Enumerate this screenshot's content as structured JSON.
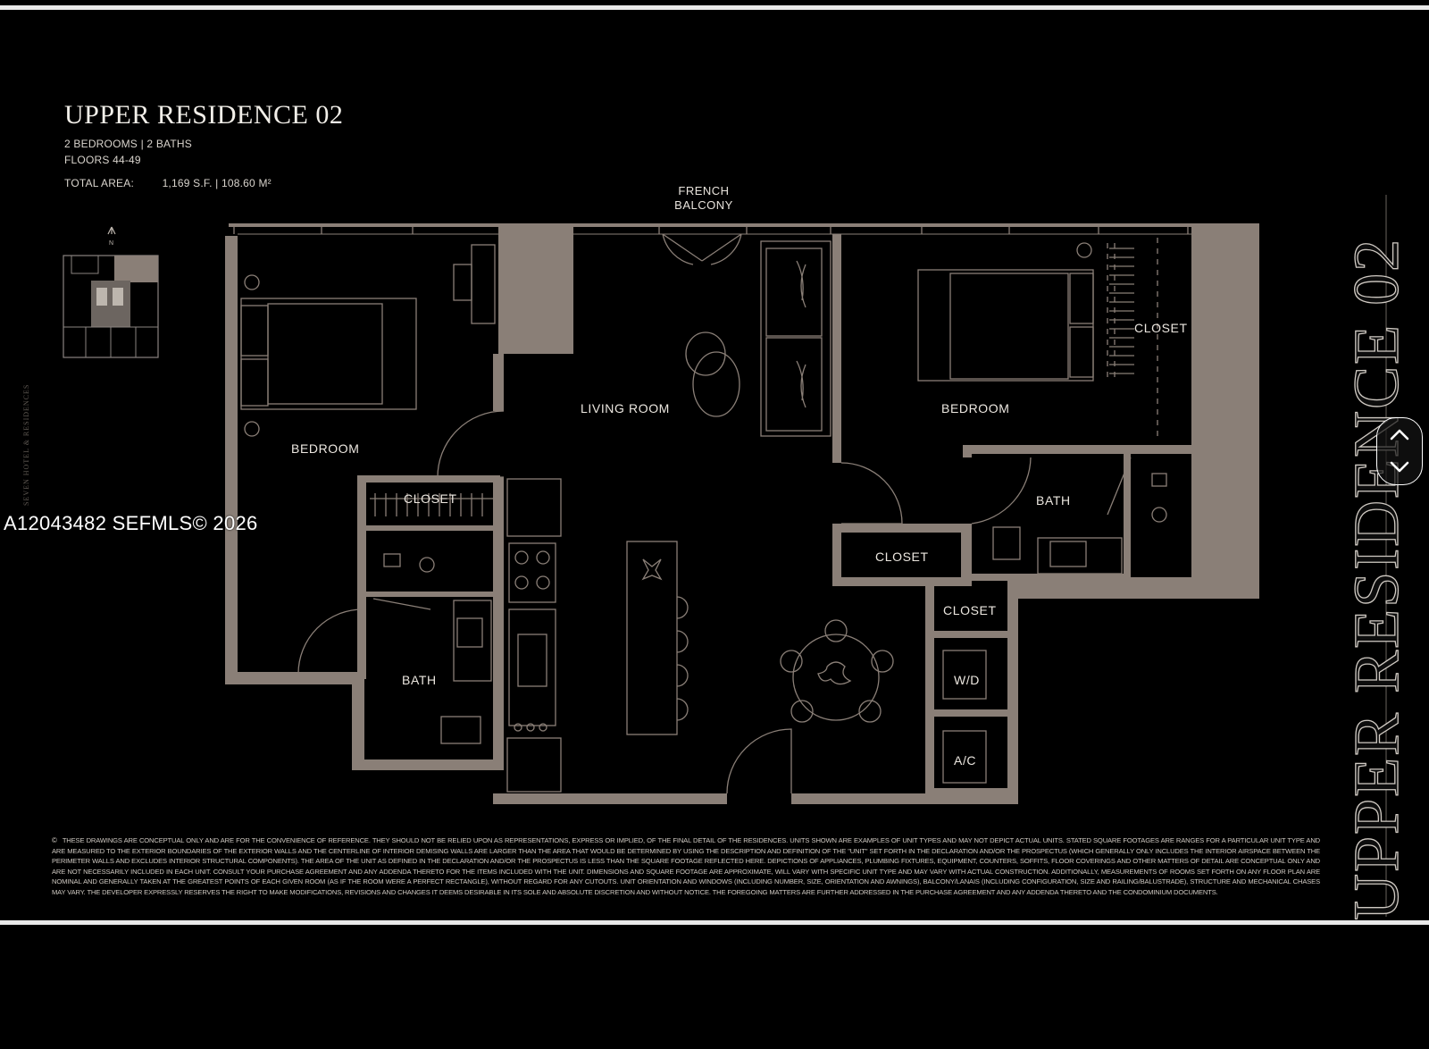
{
  "header": {
    "title": "UPPER RESIDENCE 02",
    "rooms": "2 BEDROOMS",
    "baths": "2 BATHS",
    "floors": "FLOORS 44-49",
    "total_area_label": "TOTAL AREA:",
    "area_sf": "1,169 S.F.",
    "area_m": "108.60 M²"
  },
  "key_plan": {
    "north_label": "N"
  },
  "side_credit": "SEVEN HOTEL & RESIDENCES",
  "watermark": "A12043482  SEFMLS© 2026",
  "vertical_title": "UPPER RESIDENCE 02",
  "labels": {
    "french_balcony_1": "FRENCH",
    "french_balcony_2": "BALCONY",
    "bedroom_left": "BEDROOM",
    "bedroom_right": "BEDROOM",
    "living_room": "LIVING ROOM",
    "closet_left": "CLOSET",
    "closet_right_top": "CLOSET",
    "closet_mid": "CLOSET",
    "closet_lower": "CLOSET",
    "bath_left": "BATH",
    "bath_right": "BATH",
    "wd": "W/D",
    "ac": "A/C"
  },
  "disclaimer": {
    "mark": "©",
    "text": "THESE DRAWINGS ARE CONCEPTUAL ONLY AND ARE FOR THE CONVENIENCE OF REFERENCE. THEY SHOULD NOT BE RELIED UPON AS REPRESENTATIONS, EXPRESS OR IMPLIED, OF THE FINAL DETAIL OF THE RESIDENCES. UNITS SHOWN ARE EXAMPLES OF UNIT TYPES AND MAY NOT DEPICT ACTUAL UNITS. STATED SQUARE FOOTAGES ARE RANGES FOR A PARTICULAR UNIT TYPE AND ARE MEASURED TO THE EXTERIOR BOUNDARIES OF THE EXTERIOR WALLS AND THE CENTERLINE OF INTERIOR DEMISING WALLS ARE LARGER THAN THE AREA THAT WOULD BE DETERMINED BY USING THE DESCRIPTION AND DEFINITION OF THE \"UNIT\" SET FORTH IN THE DECLARATION AND/OR THE PROSPECTUS (WHICH GENERALLY ONLY INCLUDES THE INTERIOR AIRSPACE BETWEEN THE PERIMETER WALLS AND EXCLUDES INTERIOR STRUCTURAL COMPONENTS). THE AREA OF THE UNIT AS DEFINED IN THE DECLARATION AND/OR THE PROSPECTUS IS LESS THAN THE SQUARE FOOTAGE REFLECTED HERE. DEPICTIONS OF APPLIANCES, PLUMBING FIXTURES, EQUIPMENT, COUNTERS, SOFFITS, FLOOR COVERINGS AND OTHER MATTERS OF DETAIL ARE CONCEPTUAL ONLY AND ARE NOT NECESSARILY INCLUDED IN EACH UNIT. CONSULT YOUR PURCHASE AGREEMENT AND ANY ADDENDA THERETO FOR THE ITEMS INCLUDED WITH THE UNIT. DIMENSIONS AND SQUARE FOOTAGE ARE APPROXIMATE, WILL VARY WITH SPECIFIC UNIT TYPE AND MAY VARY WITH ACTUAL CONSTRUCTION. ADDITIONALLY, MEASUREMENTS OF ROOMS SET FORTH ON ANY FLOOR PLAN ARE NOMINAL AND GENERALLY TAKEN AT THE GREATEST POINTS OF EACH GIVEN ROOM (AS IF THE ROOM WERE A PERFECT RECTANGLE), WITHOUT REGARD FOR ANY CUTOUTS. UNIT ORIENTATION AND WINDOWS (INCLUDING NUMBER, SIZE, ORIENTATION AND AWNINGS), BALCONY/LANAIS (INCLUDING CONFIGURATION, SIZE AND RAILING/BALUSTRADE), STRUCTURE AND MECHANICAL CHASES MAY VARY. THE DEVELOPER EXPRESSLY RESERVES THE RIGHT TO MAKE MODIFICATIONS, REVISIONS AND CHANGES IT DEEMS DESIRABLE IN ITS SOLE AND ABSOLUTE DISCRETION AND WITHOUT NOTICE. THE FOREGOING MATTERS ARE FURTHER ADDRESSED IN THE PURCHASE AGREEMENT AND ANY ADDENDA THERETO AND THE CONDOMINIUM DOCUMENTS."
  },
  "colors": {
    "wall": "#8a7f77",
    "line": "#8a7f77",
    "background": "#000000"
  },
  "icons": {
    "prev": "chevron-up-icon",
    "next": "chevron-down-icon"
  }
}
